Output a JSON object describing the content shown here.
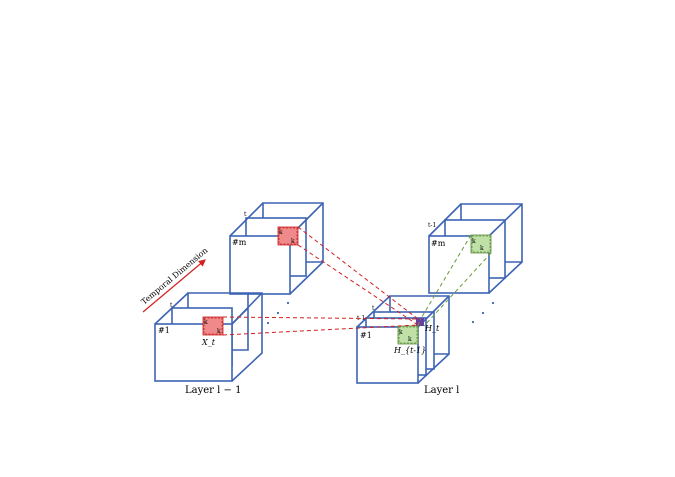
{
  "temporal_dimension_label": "Temporal Dimension",
  "layer_prev": {
    "caption": "Layer l − 1",
    "front_label": "#1",
    "back_label_top": "#m",
    "depth_label_bottom": "t",
    "depth_label_top": "t",
    "input_symbol": "X_t",
    "kernel_h": "k",
    "kernel_w": "k"
  },
  "layer_cur": {
    "caption": "Layer l",
    "front_label": "#1",
    "back_label_top": "#m",
    "depth_label_bottom_1": "t-1",
    "depth_label_bottom_2": "t",
    "depth_label_top": "t-1",
    "hidden_prev_symbol": "H_{t-1}",
    "hidden_cur_symbol": "H_t",
    "kernel_h": "k",
    "kernel_w": "k"
  },
  "colors": {
    "box_edge": "#3d64b4",
    "red_kernel": "#f08a8a",
    "green_kernel": "#bfe0a6",
    "purple_output": "#6a3fa0",
    "arrow": "#d22020"
  }
}
